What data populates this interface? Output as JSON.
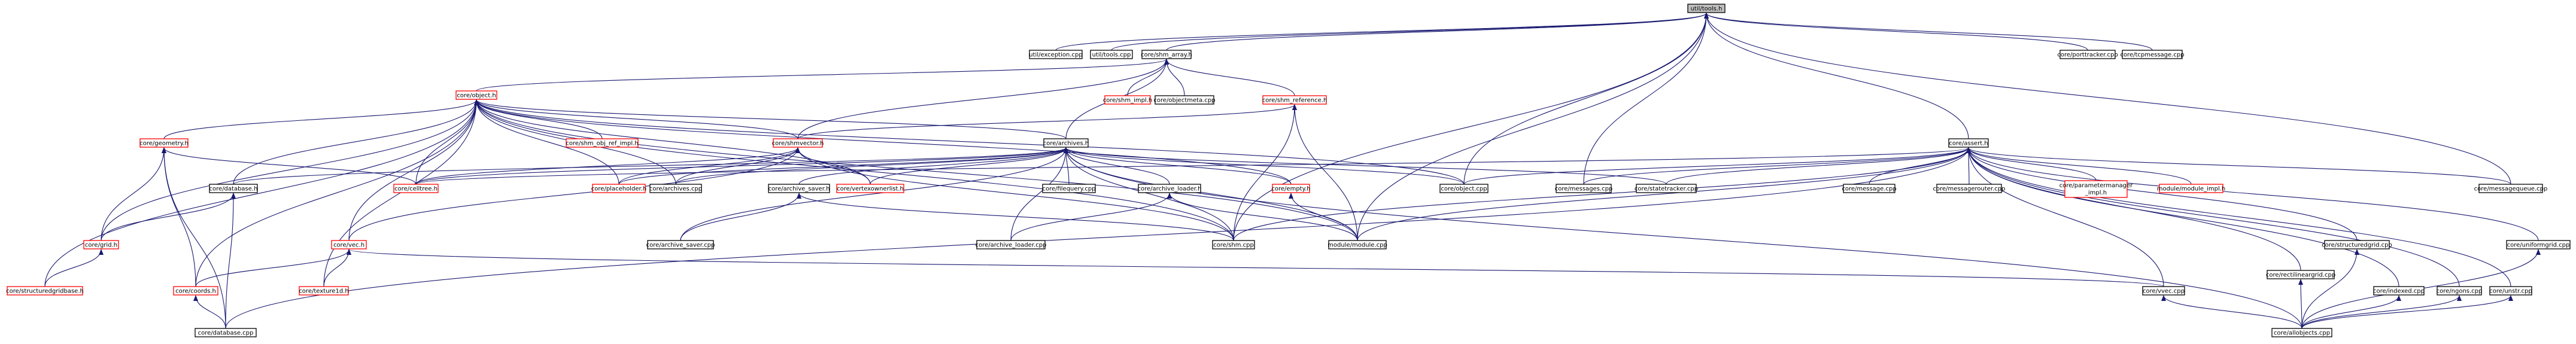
{
  "diagram": {
    "type": "include-dependency-graph",
    "colors": {
      "edge": "#191970",
      "root_fill": "#bfbfbf",
      "node_border": "#000000",
      "incomplete_node_border": "#ff0000",
      "background": "#ffffff"
    },
    "nodes": [
      {
        "id": "util_tools_h",
        "label": "util/tools.h",
        "style": "root"
      },
      {
        "id": "util_exception_cpp",
        "label": "util/exception.cpp",
        "style": "black"
      },
      {
        "id": "util_tools_cpp",
        "label": "util/tools.cpp",
        "style": "black"
      },
      {
        "id": "core_shm_array_h",
        "label": "core/shm_array.h",
        "style": "black"
      },
      {
        "id": "core_porttracker_cpp",
        "label": "core/porttracker.cpp",
        "style": "black"
      },
      {
        "id": "core_tcpmessage_cpp",
        "label": "core/tcpmessage.cpp",
        "style": "black"
      },
      {
        "id": "core_object_h",
        "label": "core/object.h",
        "style": "red"
      },
      {
        "id": "core_shm_impl_h",
        "label": "core/shm_impl.h",
        "style": "red"
      },
      {
        "id": "core_objectmeta_cpp",
        "label": "core/objectmeta.cpp",
        "style": "black"
      },
      {
        "id": "core_shm_reference_h",
        "label": "core/shm_reference.h",
        "style": "red"
      },
      {
        "id": "core_geometry_h",
        "label": "core/geometry.h",
        "style": "red"
      },
      {
        "id": "core_shm_obj_ref_impl_h",
        "label": "core/shm_obj_ref_impl.h",
        "style": "red"
      },
      {
        "id": "core_shmvector_h",
        "label": "core/shmvector.h",
        "style": "red"
      },
      {
        "id": "core_archives_h",
        "label": "core/archives.h",
        "style": "black"
      },
      {
        "id": "core_assert_h",
        "label": "core/assert.h",
        "style": "black"
      },
      {
        "id": "core_database_h",
        "label": "core/database.h",
        "style": "black"
      },
      {
        "id": "core_celltree_h",
        "label": "core/celltree.h",
        "style": "red"
      },
      {
        "id": "core_placeholder_h",
        "label": "core/placeholder.h",
        "style": "red"
      },
      {
        "id": "core_archives_cpp",
        "label": "core/archives.cpp",
        "style": "black"
      },
      {
        "id": "core_archive_saver_h",
        "label": "core/archive_saver.h",
        "style": "black"
      },
      {
        "id": "core_vertexownerlist_h",
        "label": "core/vertexownerlist.h",
        "style": "red"
      },
      {
        "id": "core_filequery_cpp",
        "label": "core/filequery.cpp",
        "style": "black"
      },
      {
        "id": "core_archive_loader_h",
        "label": "core/archive_loader.h",
        "style": "black"
      },
      {
        "id": "core_empty_h",
        "label": "core/empty.h",
        "style": "red"
      },
      {
        "id": "core_object_cpp",
        "label": "core/object.cpp",
        "style": "black"
      },
      {
        "id": "core_messages_cpp",
        "label": "core/messages.cpp",
        "style": "black"
      },
      {
        "id": "core_statetracker_cpp",
        "label": "core/statetracker.cpp",
        "style": "black"
      },
      {
        "id": "core_message_cpp",
        "label": "core/message.cpp",
        "style": "black"
      },
      {
        "id": "core_messagerouter_cpp",
        "label": "core/messagerouter.cpp",
        "style": "black"
      },
      {
        "id": "core_parametermanager_impl_h",
        "label": "core/parametermanager\n_impl.h",
        "style": "red"
      },
      {
        "id": "module_module_impl_h",
        "label": "module/module_impl.h",
        "style": "red"
      },
      {
        "id": "core_messagequeue_cpp",
        "label": "core/messagequeue.cpp",
        "style": "black"
      },
      {
        "id": "core_grid_h",
        "label": "core/grid.h",
        "style": "red"
      },
      {
        "id": "core_vec_h",
        "label": "core/vec.h",
        "style": "red"
      },
      {
        "id": "core_archive_saver_cpp",
        "label": "core/archive_saver.cpp",
        "style": "black"
      },
      {
        "id": "core_archive_loader_cpp",
        "label": "core/archive_loader.cpp",
        "style": "black"
      },
      {
        "id": "core_shm_cpp",
        "label": "core/shm.cpp",
        "style": "black"
      },
      {
        "id": "module_module_cpp",
        "label": "module/module.cpp",
        "style": "black"
      },
      {
        "id": "core_structuredgridbase_h",
        "label": "core/structuredgridbase.h",
        "style": "red"
      },
      {
        "id": "core_coords_h",
        "label": "core/coords.h",
        "style": "red"
      },
      {
        "id": "core_texture1d_h",
        "label": "core/texture1d.h",
        "style": "red"
      },
      {
        "id": "core_vvec_cpp",
        "label": "core/vvec.cpp",
        "style": "black"
      },
      {
        "id": "core_rectilineargrid_cpp",
        "label": "core/rectilineargrid.cpp",
        "style": "black"
      },
      {
        "id": "core_structuredgrid_cpp",
        "label": "core/structuredgrid.cpp",
        "style": "black"
      },
      {
        "id": "core_indexed_cpp",
        "label": "core/indexed.cpp",
        "style": "black"
      },
      {
        "id": "core_ngons_cpp",
        "label": "core/ngons.cpp",
        "style": "black"
      },
      {
        "id": "core_unstr_cpp",
        "label": "core/unstr.cpp",
        "style": "black"
      },
      {
        "id": "core_uniformgrid_cpp",
        "label": "core/uniformgrid.cpp",
        "style": "black"
      },
      {
        "id": "core_database_cpp",
        "label": "core/database.cpp",
        "style": "black"
      },
      {
        "id": "core_allobjects_cpp",
        "label": "core/allobjects.cpp",
        "style": "black"
      }
    ],
    "edges": [
      [
        "util_tools_h",
        "util_exception_cpp"
      ],
      [
        "util_tools_h",
        "util_tools_cpp"
      ],
      [
        "util_tools_h",
        "core_shm_array_h"
      ],
      [
        "util_tools_h",
        "core_porttracker_cpp"
      ],
      [
        "util_tools_h",
        "core_tcpmessage_cpp"
      ],
      [
        "util_tools_h",
        "core_assert_h"
      ],
      [
        "util_tools_h",
        "core_object_cpp"
      ],
      [
        "util_tools_h",
        "core_messages_cpp"
      ],
      [
        "util_tools_h",
        "core_messagequeue_cpp"
      ],
      [
        "util_tools_h",
        "core_shm_cpp"
      ],
      [
        "util_tools_h",
        "module_module_cpp"
      ],
      [
        "core_shm_array_h",
        "core_object_h"
      ],
      [
        "core_shm_array_h",
        "core_shm_impl_h"
      ],
      [
        "core_shm_array_h",
        "core_objectmeta_cpp"
      ],
      [
        "core_shm_array_h",
        "core_shm_reference_h"
      ],
      [
        "core_shm_array_h",
        "core_archives_h"
      ],
      [
        "core_shm_array_h",
        "core_shmvector_h"
      ],
      [
        "core_object_h",
        "core_geometry_h"
      ],
      [
        "core_object_h",
        "core_shm_obj_ref_impl_h"
      ],
      [
        "core_object_h",
        "core_shmvector_h"
      ],
      [
        "core_object_h",
        "core_archives_h"
      ],
      [
        "core_object_h",
        "core_database_h"
      ],
      [
        "core_object_h",
        "core_celltree_h"
      ],
      [
        "core_object_h",
        "core_placeholder_h"
      ],
      [
        "core_object_h",
        "core_archives_cpp"
      ],
      [
        "core_object_h",
        "core_vertexownerlist_h"
      ],
      [
        "core_object_h",
        "core_empty_h"
      ],
      [
        "core_object_h",
        "core_object_cpp"
      ],
      [
        "core_object_h",
        "core_grid_h"
      ],
      [
        "core_object_h",
        "core_vec_h"
      ],
      [
        "core_object_h",
        "core_coords_h"
      ],
      [
        "core_object_h",
        "core_texture1d_h"
      ],
      [
        "core_object_h",
        "module_module_cpp"
      ],
      [
        "core_object_h",
        "core_shm_cpp"
      ],
      [
        "core_object_h",
        "core_structuredgridbase_h"
      ],
      [
        "core_shm_reference_h",
        "core_shmvector_h"
      ],
      [
        "core_shm_reference_h",
        "core_shm_cpp"
      ],
      [
        "core_shm_reference_h",
        "module_module_cpp"
      ],
      [
        "core_geometry_h",
        "core_grid_h"
      ],
      [
        "core_geometry_h",
        "core_coords_h"
      ],
      [
        "core_geometry_h",
        "core_celltree_h"
      ],
      [
        "core_geometry_h",
        "core_database_cpp"
      ],
      [
        "core_shmvector_h",
        "core_celltree_h"
      ],
      [
        "core_shmvector_h",
        "core_placeholder_h"
      ],
      [
        "core_shmvector_h",
        "core_archives_cpp"
      ],
      [
        "core_shmvector_h",
        "core_vertexownerlist_h"
      ],
      [
        "core_shmvector_h",
        "core_vec_h"
      ],
      [
        "core_shmvector_h",
        "core_shm_cpp"
      ],
      [
        "core_archives_h",
        "core_database_h"
      ],
      [
        "core_archives_h",
        "core_celltree_h"
      ],
      [
        "core_archives_h",
        "core_placeholder_h"
      ],
      [
        "core_archives_h",
        "core_archives_cpp"
      ],
      [
        "core_archives_h",
        "core_archive_saver_h"
      ],
      [
        "core_archives_h",
        "core_vertexownerlist_h"
      ],
      [
        "core_archives_h",
        "core_filequery_cpp"
      ],
      [
        "core_archives_h",
        "core_archive_loader_h"
      ],
      [
        "core_archives_h",
        "core_empty_h"
      ],
      [
        "core_archives_h",
        "core_object_cpp"
      ],
      [
        "core_archives_h",
        "core_statetracker_cpp"
      ],
      [
        "core_archives_h",
        "core_archive_saver_cpp"
      ],
      [
        "core_archives_h",
        "core_archive_loader_cpp"
      ],
      [
        "core_archives_h",
        "core_shm_cpp"
      ],
      [
        "core_archives_h",
        "module_module_cpp"
      ],
      [
        "core_archives_h",
        "core_allobjects_cpp"
      ],
      [
        "core_assert_h",
        "core_celltree_h"
      ],
      [
        "core_assert_h",
        "core_object_cpp"
      ],
      [
        "core_assert_h",
        "core_messages_cpp"
      ],
      [
        "core_assert_h",
        "core_statetracker_cpp"
      ],
      [
        "core_assert_h",
        "core_message_cpp"
      ],
      [
        "core_assert_h",
        "core_messagerouter_cpp"
      ],
      [
        "core_assert_h",
        "core_parametermanager_impl_h"
      ],
      [
        "core_assert_h",
        "module_module_impl_h"
      ],
      [
        "core_assert_h",
        "core_messagequeue_cpp"
      ],
      [
        "core_assert_h",
        "core_shm_cpp"
      ],
      [
        "core_assert_h",
        "module_module_cpp"
      ],
      [
        "core_assert_h",
        "core_database_cpp"
      ],
      [
        "core_assert_h",
        "core_vvec_cpp"
      ],
      [
        "core_assert_h",
        "core_rectilineargrid_cpp"
      ],
      [
        "core_assert_h",
        "core_structuredgrid_cpp"
      ],
      [
        "core_assert_h",
        "core_indexed_cpp"
      ],
      [
        "core_assert_h",
        "core_ngons_cpp"
      ],
      [
        "core_assert_h",
        "core_unstr_cpp"
      ],
      [
        "core_assert_h",
        "core_uniformgrid_cpp"
      ],
      [
        "core_database_h",
        "core_grid_h"
      ],
      [
        "core_database_h",
        "core_database_cpp"
      ],
      [
        "core_archive_saver_h",
        "core_archive_saver_cpp"
      ],
      [
        "core_archive_saver_h",
        "core_shm_cpp"
      ],
      [
        "core_archive_loader_h",
        "core_archive_loader_cpp"
      ],
      [
        "core_archive_loader_h",
        "module_module_cpp"
      ],
      [
        "core_empty_h",
        "module_module_cpp"
      ],
      [
        "core_grid_h",
        "core_structuredgridbase_h"
      ],
      [
        "core_vec_h",
        "core_coords_h"
      ],
      [
        "core_vec_h",
        "core_texture1d_h"
      ],
      [
        "core_vec_h",
        "core_vvec_cpp"
      ],
      [
        "core_coords_h",
        "core_database_cpp"
      ],
      [
        "core_vvec_cpp",
        "core_allobjects_cpp"
      ],
      [
        "core_rectilineargrid_cpp",
        "core_allobjects_cpp"
      ],
      [
        "core_structuredgrid_cpp",
        "core_allobjects_cpp"
      ],
      [
        "core_indexed_cpp",
        "core_allobjects_cpp"
      ],
      [
        "core_ngons_cpp",
        "core_allobjects_cpp"
      ],
      [
        "core_unstr_cpp",
        "core_allobjects_cpp"
      ],
      [
        "core_uniformgrid_cpp",
        "core_allobjects_cpp"
      ]
    ]
  }
}
